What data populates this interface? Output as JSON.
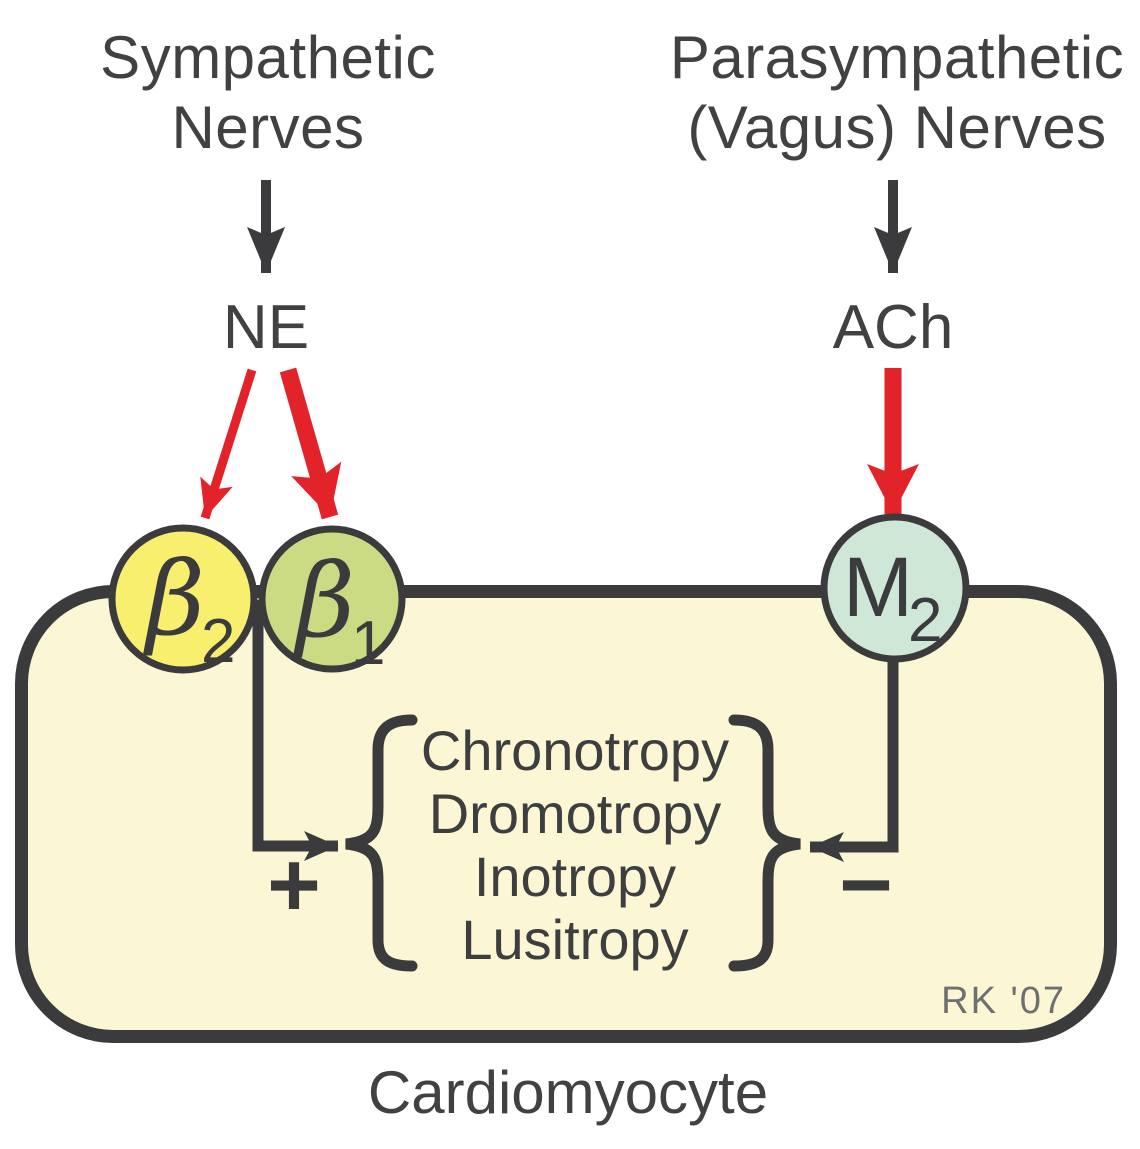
{
  "colors": {
    "background": "#ffffff",
    "outline_dark": "#3b3b3d",
    "text_dark": "#414042",
    "cell_fill": "#fbf7d5",
    "beta2_fill": "#f7ef6d",
    "beta1_fill": "#cbdb83",
    "m2_fill": "#cfe7d7",
    "arrow_red": "#e2232a",
    "signature_gray": "#6e6f71"
  },
  "sympathetic": {
    "line1": "Sympathetic",
    "line2": "Nerves",
    "transmitter": "NE"
  },
  "parasympathetic": {
    "line1": "Parasympathetic",
    "line2": "(Vagus) Nerves",
    "transmitter": "ACh"
  },
  "receptors": {
    "beta2": {
      "symbol": "β",
      "subscript": "2"
    },
    "beta1": {
      "symbol": "β",
      "subscript": "1"
    },
    "m2": {
      "symbol": "M",
      "subscript": "2"
    }
  },
  "effects": {
    "plus": "+",
    "minus": "−",
    "items": [
      "Chronotropy",
      "Dromotropy",
      "Inotropy",
      "Lusitropy"
    ]
  },
  "cell_label": "Cardiomyocyte",
  "signature": "RK '07"
}
